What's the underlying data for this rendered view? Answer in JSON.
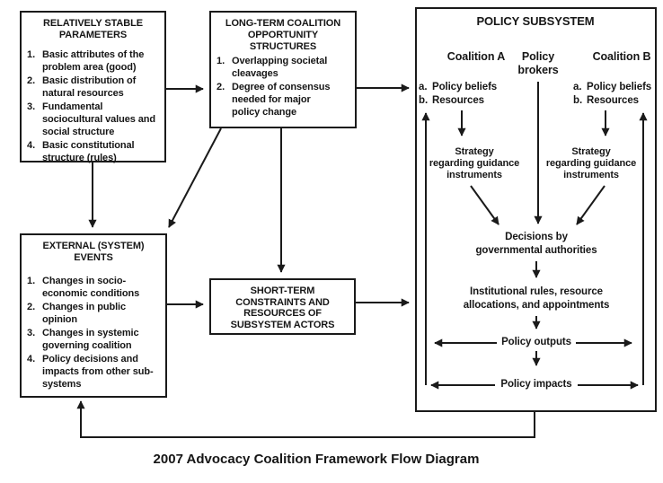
{
  "caption": "2007 Advocacy Coalition Framework Flow Diagram",
  "colors": {
    "background": "#ffffff",
    "line": "#1a1a1a",
    "text": "#161616"
  },
  "boxes": {
    "stable_parameters": {
      "title": "RELATIVELY STABLE\nPARAMETERS",
      "items": [
        {
          "num": "1.",
          "text": "Basic attributes of the\nproblem area (good)"
        },
        {
          "num": "2.",
          "text": "Basic distribution of\nnatural resources"
        },
        {
          "num": "3.",
          "text": "Fundamental\nsociocultural values and\nsocial structure"
        },
        {
          "num": "4.",
          "text": "Basic constitutional\nstructure (rules)"
        }
      ]
    },
    "long_term_coalition": {
      "title": "LONG-TERM COALITION\nOPPORTUNITY\nSTRUCTURES",
      "items": [
        {
          "num": "1.",
          "text": "Overlapping societal\ncleavages"
        },
        {
          "num": "2.",
          "text": "Degree of consensus\nneeded for major\npolicy change"
        }
      ]
    },
    "external_events": {
      "title": "EXTERNAL (SYSTEM)\nEVENTS",
      "items": [
        {
          "num": "1.",
          "text": "Changes in socio-\neconomic conditions"
        },
        {
          "num": "2.",
          "text": "Changes in public\nopinion"
        },
        {
          "num": "3.",
          "text": "Changes in systemic\ngoverning coalition"
        },
        {
          "num": "4.",
          "text": "Policy decisions and\nimpacts from other sub-\nsystems"
        }
      ]
    },
    "short_term": {
      "title": "SHORT-TERM\nCONSTRAINTS AND\nRESOURCES OF\nSUBSYSTEM ACTORS"
    },
    "policy_subsystem": {
      "title": "POLICY SUBSYSTEM",
      "coalition_a": {
        "heading": "Coalition A",
        "items": [
          {
            "num": "a.",
            "text": "Policy beliefs"
          },
          {
            "num": "b.",
            "text": "Resources"
          }
        ],
        "strategy": "Strategy\nregarding guidance\ninstruments"
      },
      "policy_brokers": {
        "heading": "Policy\nbrokers"
      },
      "coalition_b": {
        "heading": "Coalition B",
        "items": [
          {
            "num": "a.",
            "text": "Policy beliefs"
          },
          {
            "num": "b.",
            "text": "Resources"
          }
        ],
        "strategy": "Strategy\nregarding guidance\ninstruments"
      },
      "decisions": "Decisions by\ngovernmental authorities",
      "institutional": "Institutional rules, resource\nallocations, and appointments",
      "policy_outputs": "Policy outputs",
      "policy_impacts": "Policy impacts"
    }
  }
}
